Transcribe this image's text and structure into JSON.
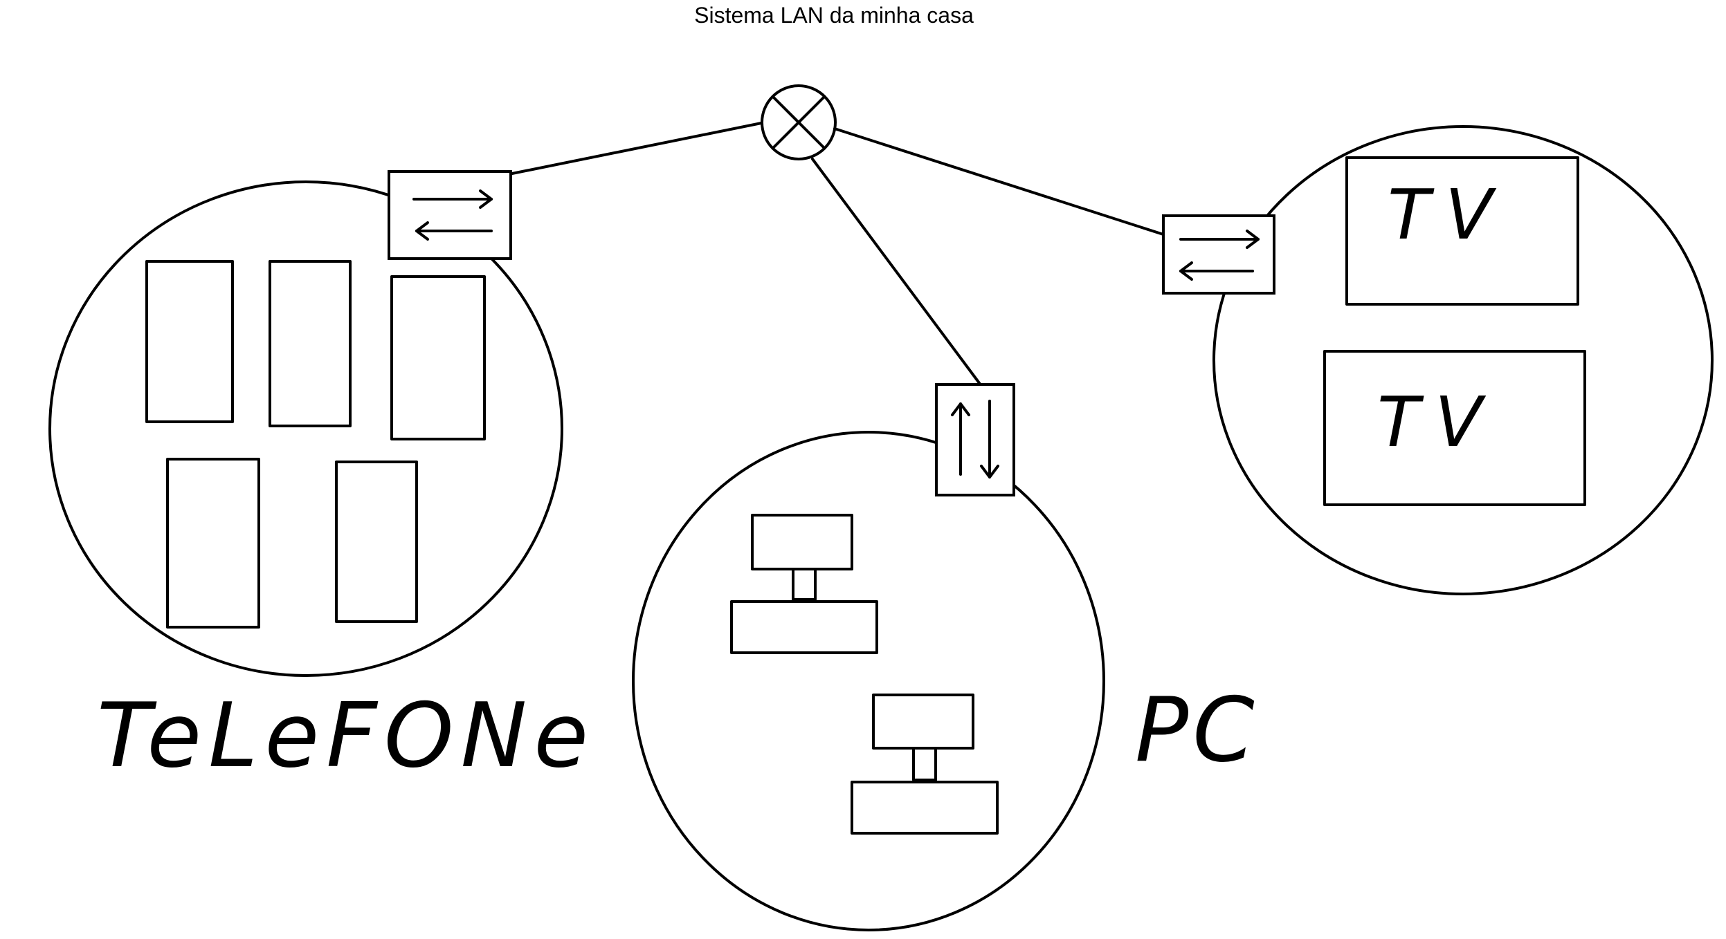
{
  "diagram": {
    "title": "Sistema LAN da minha casa",
    "groups": {
      "telefone": {
        "label": "TeLeFONe",
        "devices": 5
      },
      "pc": {
        "label": "PC",
        "devices": 2
      },
      "tv": {
        "label": "TV",
        "devices": [
          "TV",
          "TV"
        ]
      }
    },
    "hub": {
      "icon": "crossed-circle-icon"
    },
    "switches": {
      "icon": "bidirectional-arrows-icon"
    }
  }
}
